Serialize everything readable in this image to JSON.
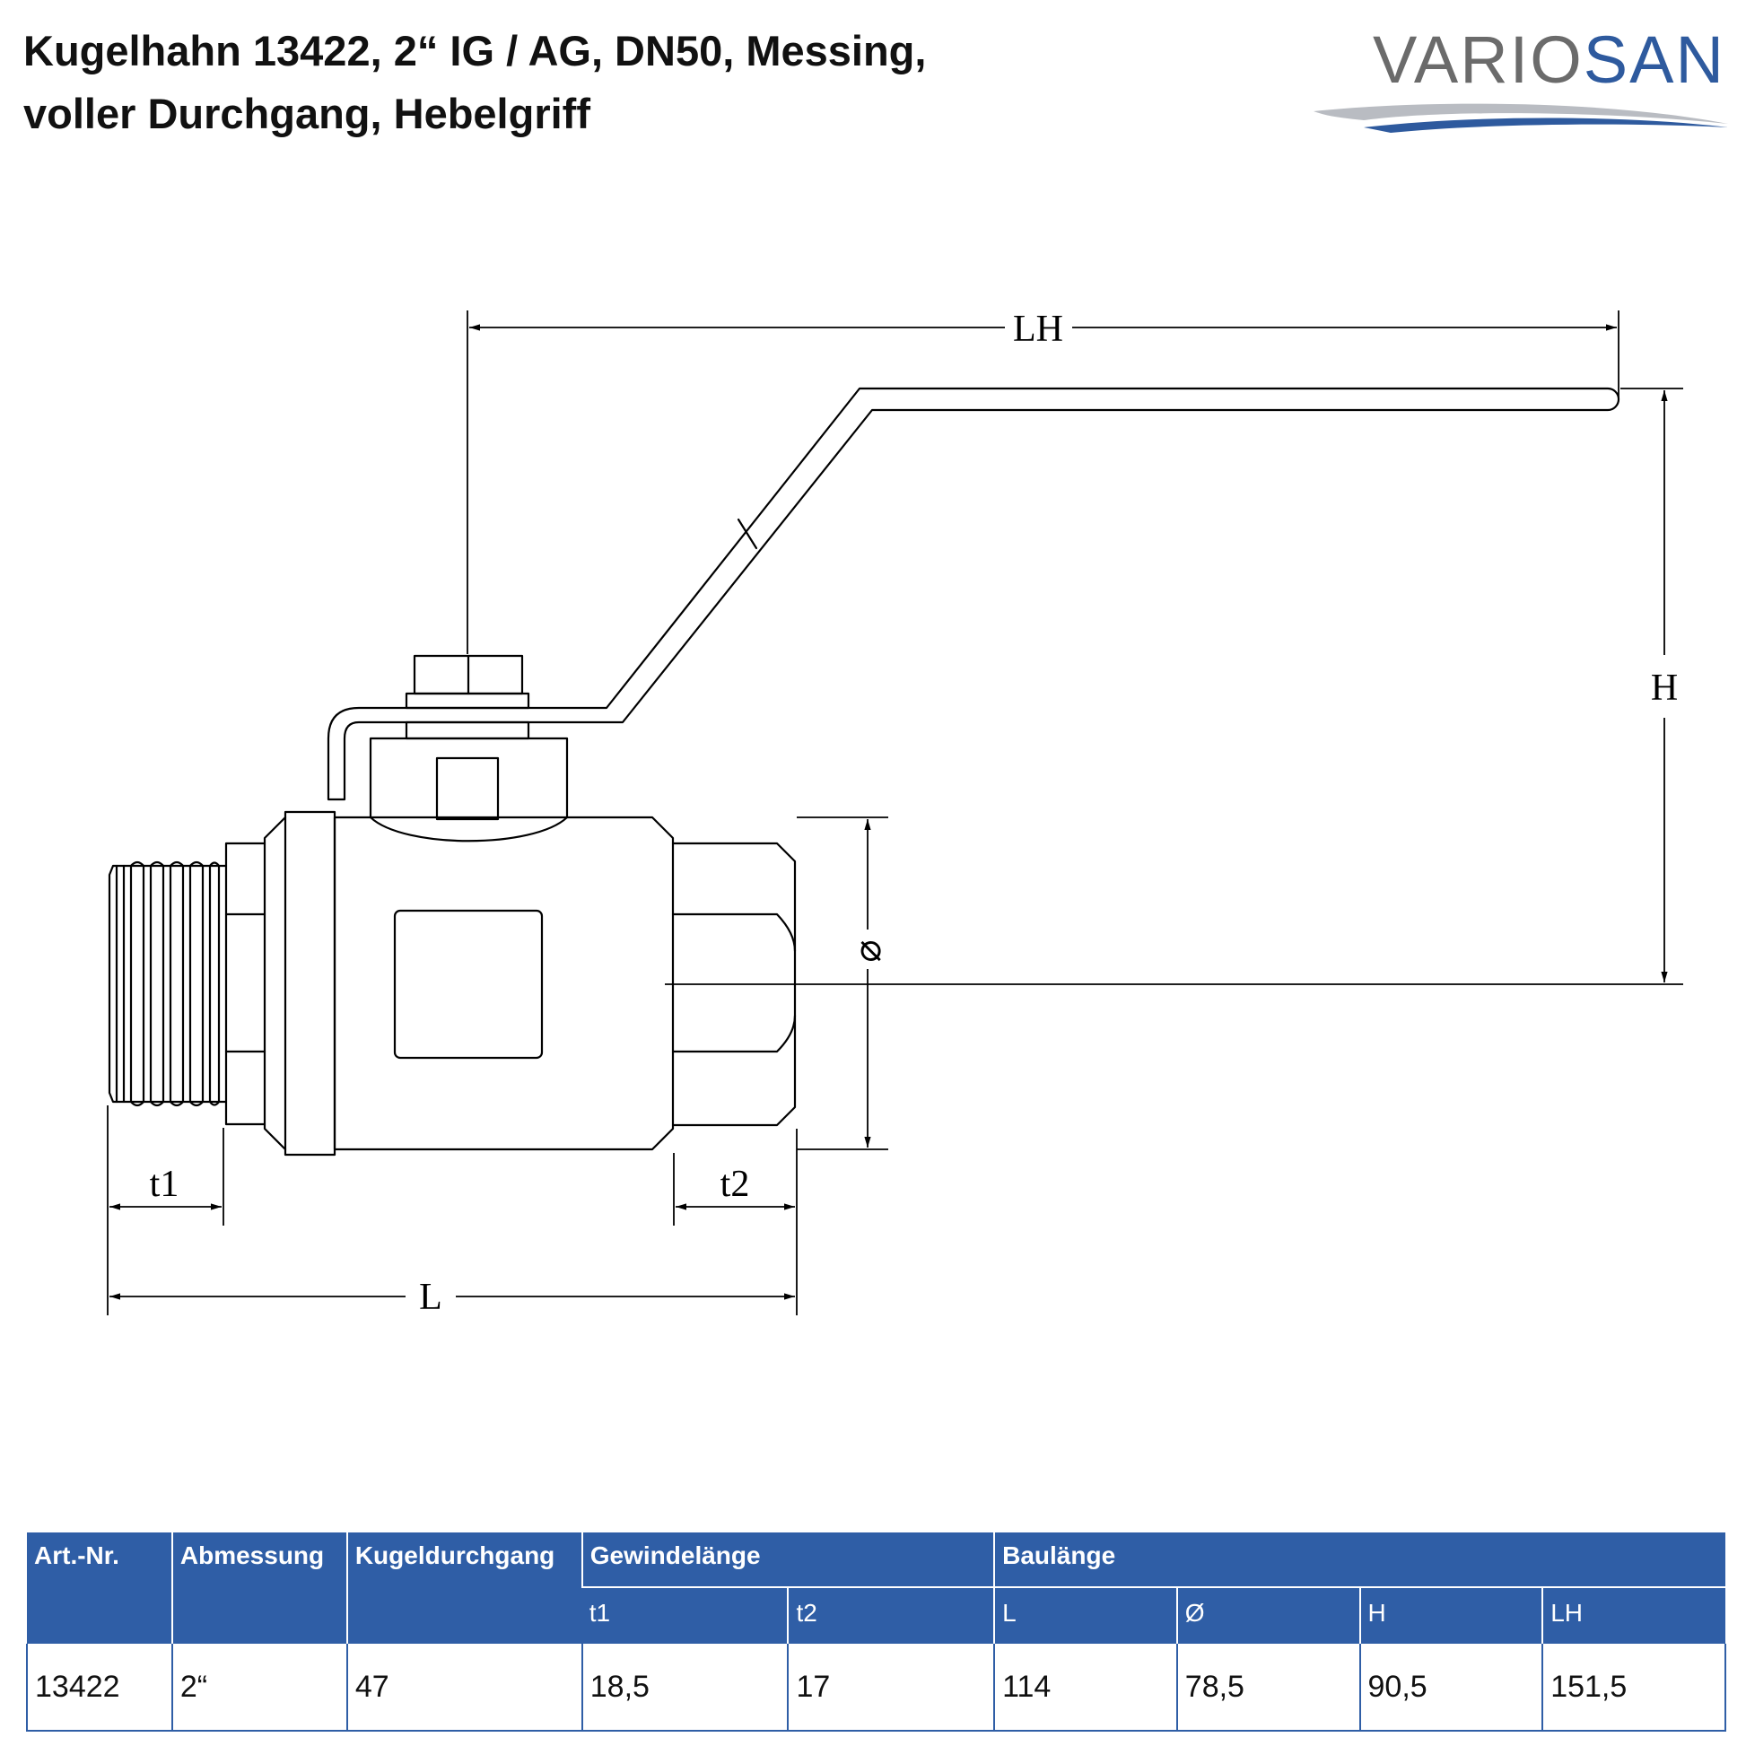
{
  "header": {
    "title_line1": "Kugelhahn 13422, 2“ IG / AG, DN50, Messing,",
    "title_line2": "voller Durchgang, Hebelgriff"
  },
  "logo": {
    "text_grey": "VARIO",
    "text_blue": "SAN",
    "color_grey": "#6b6b6b",
    "color_blue": "#2e5a9e"
  },
  "drawing": {
    "dimension_labels": {
      "LH": "LH",
      "H": "H",
      "diameter": "⌀",
      "t1": "t1",
      "t2": "t2",
      "L": "L"
    }
  },
  "table": {
    "header_color": "#2f5ea6",
    "headers": {
      "art_nr": "Art.-Nr.",
      "abmessung": "Abmessung",
      "kugeldurchgang": "Kugeldurchgang",
      "gewindelaenge": "Gewindelänge",
      "baulaenge": "Baulänge"
    },
    "subheaders": {
      "t1": "t1",
      "t2": "t2",
      "L": "L",
      "diameter": "Ø",
      "H": "H",
      "LH": "LH"
    },
    "row": {
      "art_nr": "13422",
      "abmessung": "2“",
      "kugeldurchgang": "47",
      "t1": "18,5",
      "t2": "17",
      "L": "114",
      "diameter": "78,5",
      "H": "90,5",
      "LH": "151,5"
    }
  }
}
